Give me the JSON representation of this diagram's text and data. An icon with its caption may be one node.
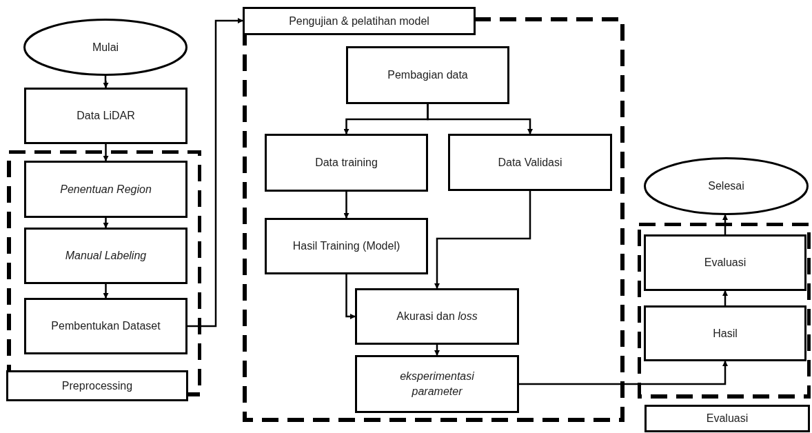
{
  "diagram": {
    "nodes": [
      {
        "text": [
          "Mulai"
        ]
      },
      {
        "text": [
          "Data LiDAR"
        ]
      },
      {
        "text": [
          "Preprocessing"
        ]
      },
      {
        "text": [
          "Penentuan Region"
        ],
        "in": 2
      },
      {
        "text": [
          "Manual Labeling"
        ],
        "in": 2
      },
      {
        "text": [
          "Pembentukan Dataset"
        ],
        "in": 2
      },
      {
        "text": [
          "Pengujian & pelatihan model"
        ]
      },
      {
        "text": [
          "Pembagian data"
        ],
        "in": 6
      },
      {
        "text": [
          "Data training"
        ],
        "in": 6
      },
      {
        "text": [
          "Data Validasi"
        ],
        "in": 6
      },
      {
        "text": [
          "Hasil Training (Model)"
        ],
        "in": 6
      },
      {
        "text": [
          "Akurasi dan *loss*"
        ],
        "in": 6
      },
      {
        "text": [
          "eksperimentasi parameter"
        ],
        "in": 6
      },
      {
        "text": [
          "Selesai"
        ]
      },
      {
        "text": [
          "Evaluasi"
        ]
      },
      {
        "text": [
          "Evaluasi"
        ],
        "in": 14
      },
      {
        "text": [
          "Hasil"
        ],
        "in": 14
      }
    ],
    "edges": [
      {
        "from": 0,
        "to": 1,
        "arrow": "to"
      },
      {
        "from": 1,
        "to": 3,
        "arrow": "to"
      },
      {
        "from": 3,
        "to": 4,
        "arrow": "to"
      },
      {
        "from": 4,
        "to": 5,
        "arrow": "to"
      },
      {
        "from": 5,
        "to": 6,
        "arrow": "to"
      },
      {
        "from": 7,
        "to": 8,
        "arrow": "to"
      },
      {
        "from": 7,
        "to": 9,
        "arrow": "to"
      },
      {
        "from": 8,
        "to": 10,
        "arrow": "to"
      },
      {
        "from": 10,
        "to": 11,
        "arrow": "to"
      },
      {
        "from": 9,
        "to": 11,
        "arrow": "to"
      },
      {
        "from": 11,
        "to": 12,
        "arrow": "to"
      },
      {
        "from": 12,
        "to": 16,
        "arrow": "to"
      },
      {
        "from": 16,
        "to": 15,
        "arrow": "to"
      },
      {
        "from": 15,
        "to": 13,
        "arrow": "to"
      }
    ]
  }
}
